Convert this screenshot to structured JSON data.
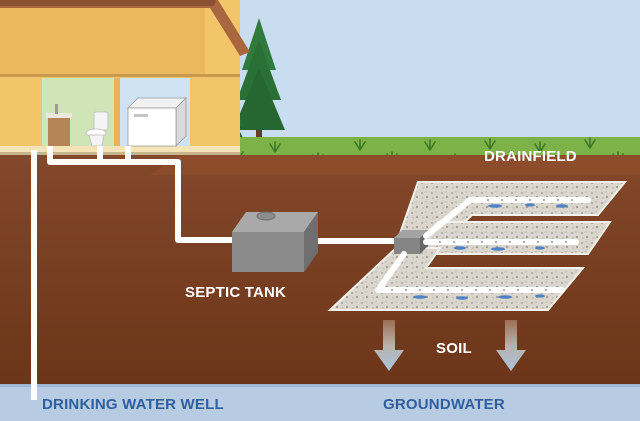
{
  "labels": {
    "drainfield": "DRAINFIELD",
    "septic_tank": "SEPTIC TANK",
    "soil": "SOIL",
    "drinking_water_well": "DRINKING WATER WELL",
    "groundwater": "GROUNDWATER"
  },
  "colors": {
    "sky": "#c9ddf0",
    "grass": "#7cb247",
    "soil": "#7a3f22",
    "groundwater": "#b7cbe2",
    "house_wall": "#f2c56b",
    "roof": "#a9673f",
    "gravel": "#dad6cd",
    "tank": "#8a8a8a",
    "pipe": "#ffffff",
    "label_blue": "#2f5f9e"
  },
  "icons": [
    "tree-icon",
    "toilet-icon",
    "sink-icon",
    "washing-machine-icon",
    "arrow-down-icon"
  ]
}
